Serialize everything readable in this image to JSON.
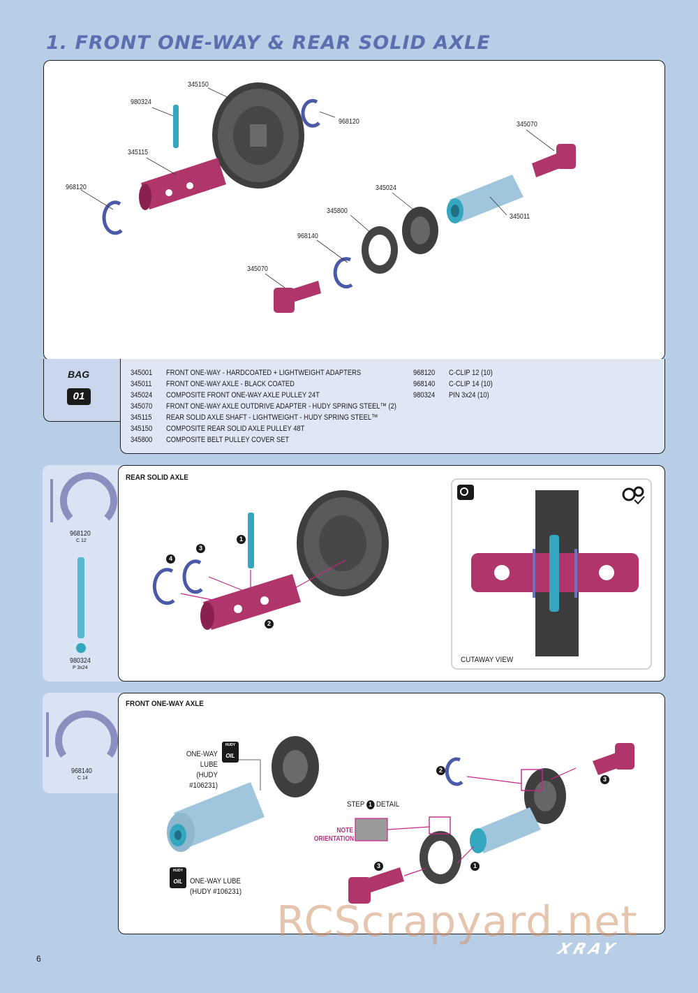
{
  "page": {
    "title": "1. FRONT ONE-WAY & REAR SOLID AXLE",
    "page_number": "6",
    "brand": "XRAY",
    "watermark": "RCScrapyard.net"
  },
  "exploded_labels": [
    {
      "id": "980324",
      "text": "980324"
    },
    {
      "id": "345150",
      "text": "345150"
    },
    {
      "id": "968120a",
      "text": "968120"
    },
    {
      "id": "345115",
      "text": "345115"
    },
    {
      "id": "968120b",
      "text": "968120"
    },
    {
      "id": "345070a",
      "text": "345070"
    },
    {
      "id": "345024",
      "text": "345024"
    },
    {
      "id": "345800",
      "text": "345800"
    },
    {
      "id": "345011",
      "text": "345011"
    },
    {
      "id": "968140",
      "text": "968140"
    },
    {
      "id": "345070b",
      "text": "345070"
    }
  ],
  "bag": {
    "label": "BAG",
    "number": "01"
  },
  "parts_list_left": [
    {
      "code": "345001",
      "desc": "FRONT ONE-WAY - HARDCOATED + LIGHTWEIGHT ADAPTERS"
    },
    {
      "code": "345011",
      "desc": "FRONT ONE-WAY AXLE - BLACK COATED"
    },
    {
      "code": "345024",
      "desc": "COMPOSITE FRONT ONE-WAY AXLE PULLEY 24T"
    },
    {
      "code": "345070",
      "desc": "FRONT ONE-WAY AXLE OUTDRIVE ADAPTER - HUDY SPRING STEEL™ (2)"
    },
    {
      "code": "345115",
      "desc": "REAR SOLID AXLE SHAFT - LIGHTWEIGHT - HUDY SPRING STEEL™"
    },
    {
      "code": "345150",
      "desc": "COMPOSITE REAR SOLID AXLE PULLEY 48T"
    },
    {
      "code": "345800",
      "desc": "COMPOSITE BELT PULLEY COVER SET"
    }
  ],
  "parts_list_right": [
    {
      "code": "968120",
      "desc": "C-CLIP 12  (10)"
    },
    {
      "code": "968140",
      "desc": "C-CLIP 14  (10)"
    },
    {
      "code": "980324",
      "desc": "PIN 3x24  (10)"
    }
  ],
  "rear_section": {
    "title": "REAR SOLID AXLE",
    "side_parts": [
      {
        "code": "968120",
        "sub": "C 12"
      },
      {
        "code": "980324",
        "sub": "P 3x24"
      }
    ],
    "steps": [
      "1",
      "2",
      "3",
      "4"
    ],
    "cutaway_label": "CUTAWAY VIEW",
    "detail_icon_label": "DETAIL"
  },
  "front_section": {
    "title": "FRONT ONE-WAY AXLE",
    "side_parts": [
      {
        "code": "968140",
        "sub": "C 14"
      }
    ],
    "lube_top": [
      "ONE-WAY LUBE",
      "(HUDY #106231)"
    ],
    "lube_bottom": [
      "ONE-WAY LUBE",
      "(HUDY #106231)"
    ],
    "hudy_badge": [
      "HUDY",
      "OIL"
    ],
    "step_detail_prefix": "STEP",
    "step_detail_num": "1",
    "step_detail_suffix": "DETAIL",
    "note": [
      "NOTE",
      "ORIENTATION"
    ],
    "steps": [
      "1",
      "2",
      "3",
      "3"
    ]
  },
  "colors": {
    "accent": "#5b6fb0",
    "axle": "#b0356a",
    "pin": "#33a6c0",
    "clip": "#4a5aa8",
    "pulley": "#4a4a4a",
    "note": "#c8268a"
  }
}
